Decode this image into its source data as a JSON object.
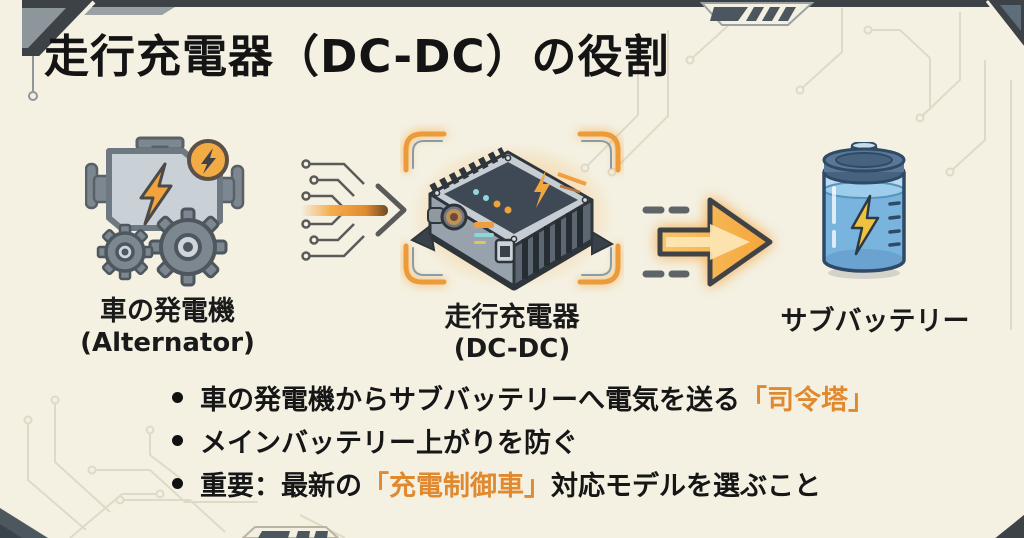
{
  "page": {
    "bg_color": "#f4f1e3",
    "accent_color": "#e0892e",
    "deco_dark_color": "#3d4247",
    "trace_color": "#dedac7"
  },
  "title": "走行充電器（DC-DC）の役割",
  "flow": {
    "nodes": [
      {
        "id": "alternator",
        "icon": "engine-alternator-icon",
        "label_main": "車の発電機",
        "label_sub": "(Alternator)"
      },
      {
        "id": "dcdc-charger",
        "icon": "dcdc-charger-icon",
        "label_main": "走行充電器",
        "label_sub": "(DC-DC)"
      },
      {
        "id": "sub-battery",
        "icon": "sub-battery-icon",
        "label_main": "サブバッテリー",
        "label_sub": ""
      }
    ],
    "connectors": [
      {
        "id": "circuit-arrow",
        "icon": "circuit-arrow-icon"
      },
      {
        "id": "glow-arrow",
        "icon": "glow-arrow-icon"
      }
    ]
  },
  "bullets": [
    {
      "pre": "車の発電機からサブバッテリーへ電気を送る",
      "highlight": "「司令塔」",
      "post": ""
    },
    {
      "pre": "メインバッテリー上がりを防ぐ",
      "highlight": "",
      "post": ""
    },
    {
      "pre": "重要：最新の",
      "highlight": "「充電制御車」",
      "post": "対応モデルを選ぶこと"
    }
  ]
}
